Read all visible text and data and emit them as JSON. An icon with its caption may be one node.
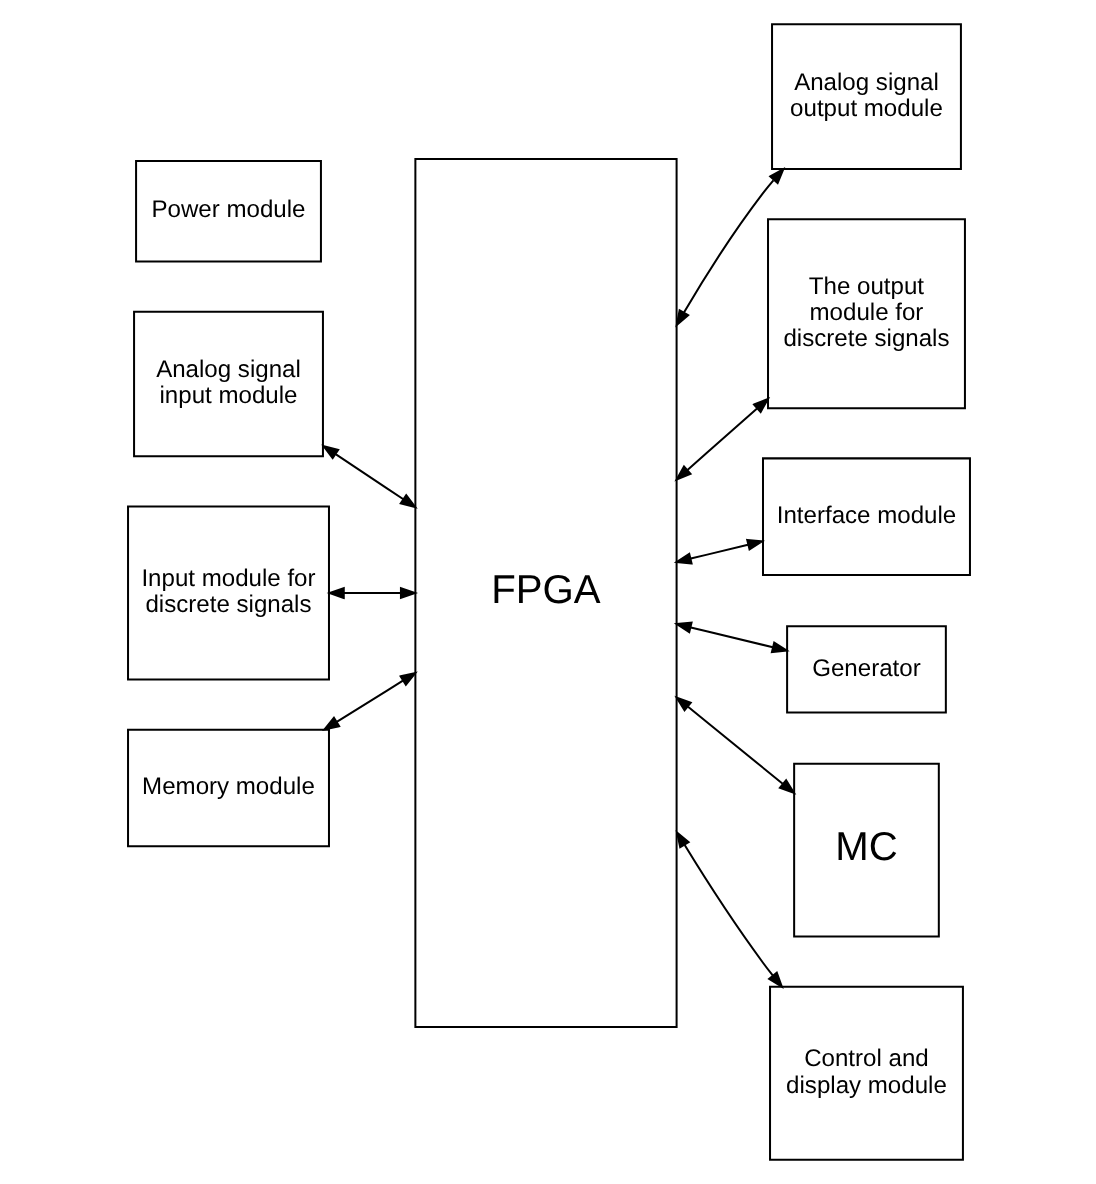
{
  "diagram": {
    "nodes": [
      {
        "text": [
          "Analog signal input module"
        ]
      },
      {
        "text": [
          "FPGA"
        ]
      },
      {
        "text": [
          "Analog signal output module"
        ]
      },
      {
        "text": [
          "Input module for discrete signals"
        ]
      },
      {
        "text": [
          "The output module for discrete signals"
        ]
      },
      {
        "text": [
          "Memory module"
        ]
      },
      {
        "text": [
          "Interface module"
        ]
      },
      {
        "text": [
          "Generator"
        ]
      },
      {
        "text": [
          "Power module"
        ]
      },
      {
        "text": [
          "MC"
        ]
      },
      {
        "text": [
          "Control and display module"
        ]
      }
    ],
    "edges": [
      {
        "from": 0,
        "to": 1,
        "arrow": "both"
      },
      {
        "from": 1,
        "to": 2,
        "arrow": "both"
      },
      {
        "from": 3,
        "to": 1,
        "arrow": "both"
      },
      {
        "from": 1,
        "to": 4,
        "arrow": "both"
      },
      {
        "from": 5,
        "to": 1,
        "arrow": "both"
      },
      {
        "from": 1,
        "to": 6,
        "arrow": "both"
      },
      {
        "from": 1,
        "to": 7,
        "arrow": "both"
      },
      {
        "from": 1,
        "to": 9,
        "arrow": "both"
      },
      {
        "from": 1,
        "to": 10,
        "arrow": "both"
      }
    ]
  }
}
